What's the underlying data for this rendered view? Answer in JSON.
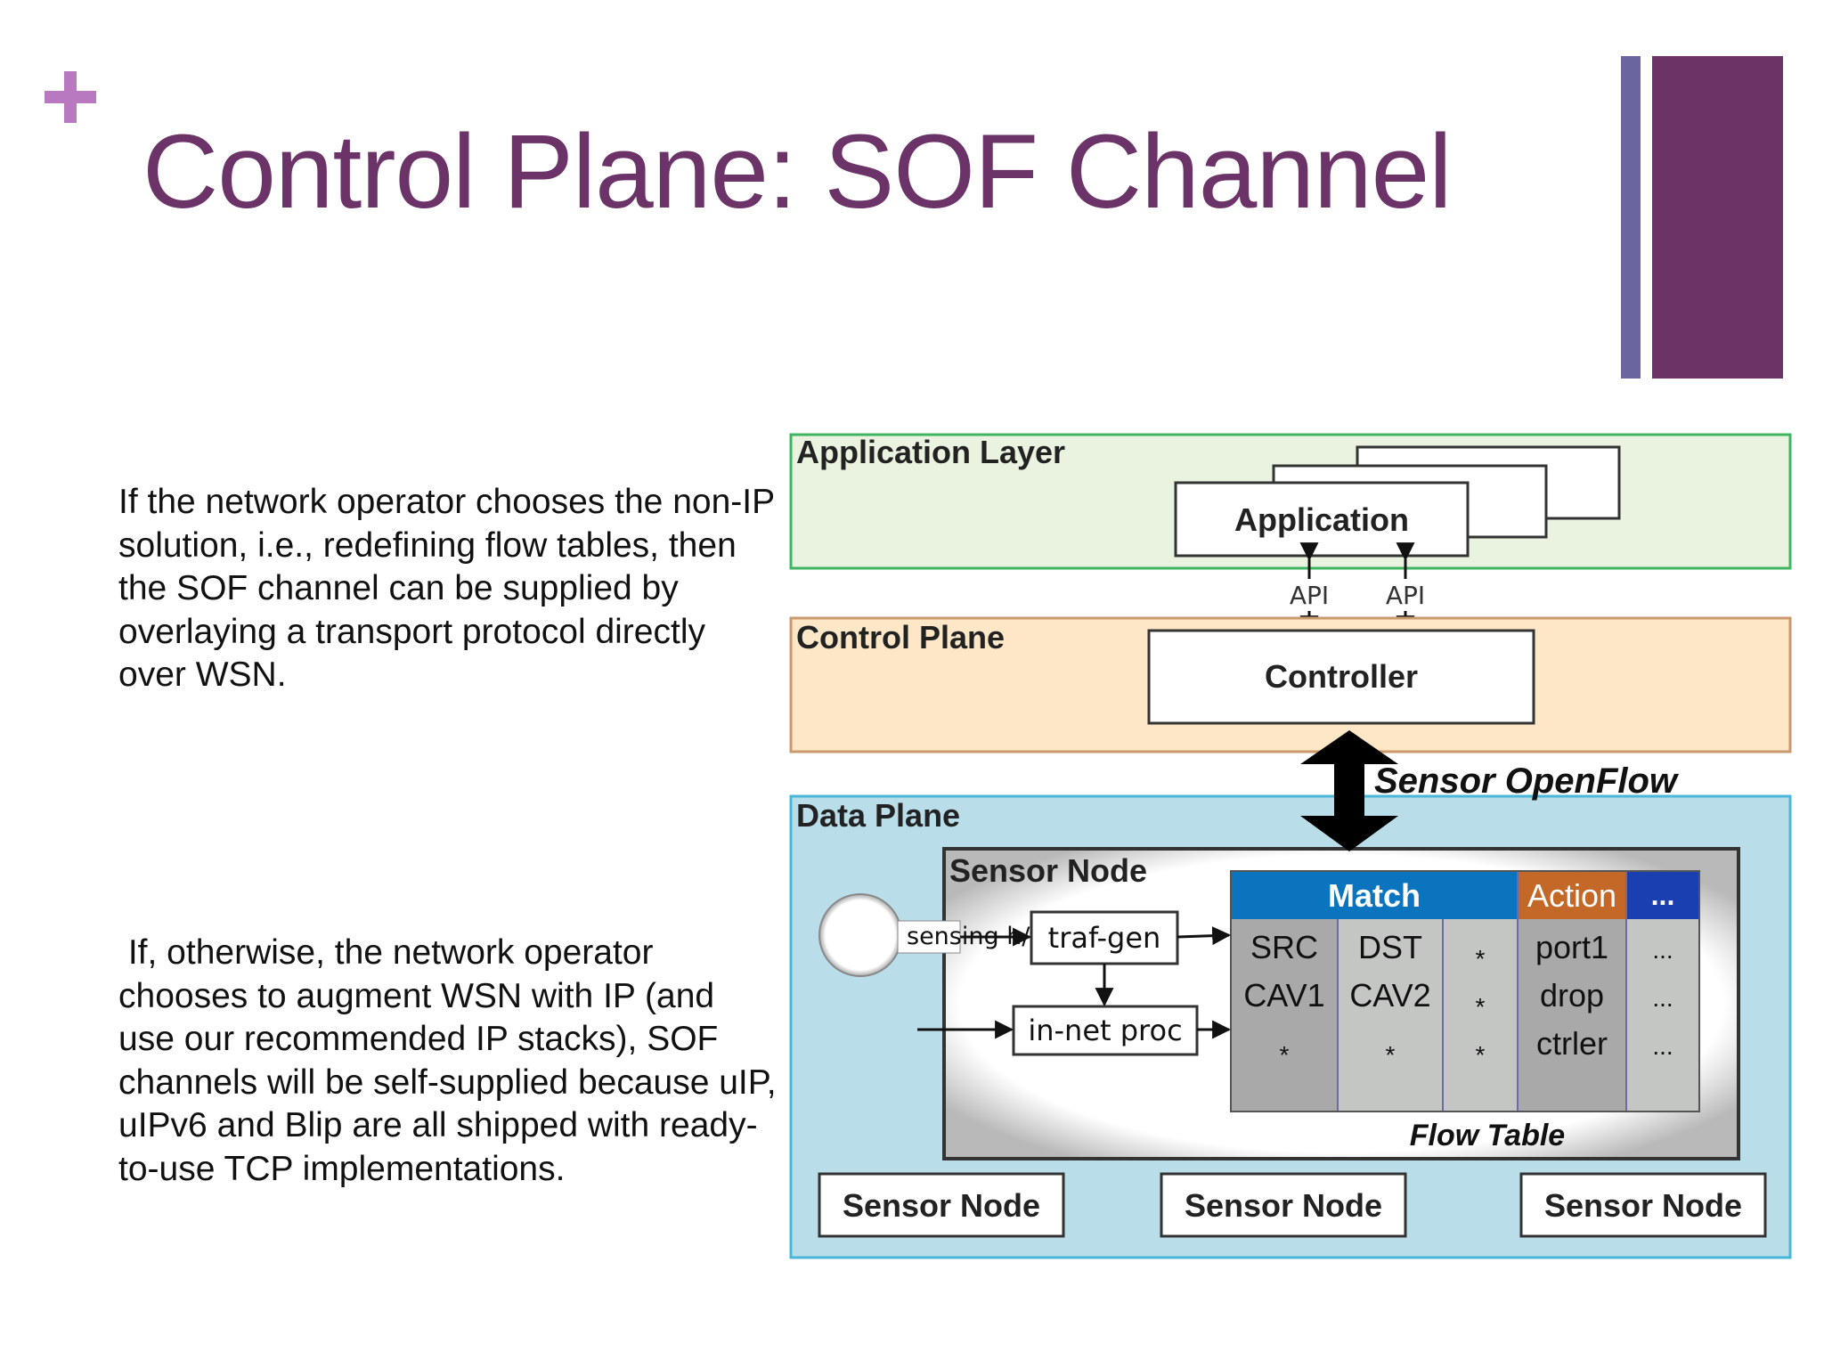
{
  "slide": {
    "title": "Control Plane: SOF Channel",
    "accent_colors": {
      "title": "#6b3368",
      "plus": "#b979c0",
      "bar_thin": "#6a659e",
      "bar_thick": "#6b3366"
    }
  },
  "body": {
    "paragraph_1": "If the network operator chooses the non-IP solution, i.e., redefining flow tables, then the SOF channel can be supplied by overlaying a transport protocol directly over WSN.",
    "paragraph_2": " If, otherwise, the network operator chooses to augment WSN with IP (and use our recommended IP stacks), SOF channels will be self-supplied because uIP, uIPv6 and Blip are all shipped with ready-to-use TCP implementations."
  },
  "diagram": {
    "application_layer": {
      "label": "Application Layer",
      "app_label": "Application",
      "api_labels": [
        "API",
        "API"
      ]
    },
    "control_plane": {
      "label": "Control Plane",
      "controller_label": "Controller"
    },
    "sensor_openflow_label": "Sensor OpenFlow",
    "data_plane": {
      "label": "Data Plane",
      "sensor_node_label": "Sensor Node",
      "sensing_label": "sensing h/w",
      "traf_gen_label": "traf-gen",
      "innet_label": "in-net proc",
      "flow_table": {
        "caption": "Flow Table",
        "header_match": "Match",
        "header_action": "Action",
        "header_more": "...",
        "rows": [
          [
            "SRC",
            "DST",
            "*",
            "port1",
            "..."
          ],
          [
            "CAV1",
            "CAV2",
            "*",
            "drop",
            "..."
          ],
          [
            "*",
            "*",
            "*",
            "ctrler",
            "..."
          ]
        ]
      },
      "bottom_nodes": [
        "Sensor Node",
        "Sensor Node",
        "Sensor Node"
      ]
    },
    "colors": {
      "app_bg": "#eaf3df",
      "app_border": "#3fb463",
      "ctrl_bg": "#fde7c6",
      "ctrl_border": "#c99a6e",
      "data_bg": "#b9dde9",
      "data_border": "#4ab7d9",
      "match_header": "#0b74bf",
      "action_header": "#c46828",
      "more_header": "#1a3fb0",
      "col_dark": "#a9a9a9",
      "col_light": "#c3c6c3"
    }
  }
}
